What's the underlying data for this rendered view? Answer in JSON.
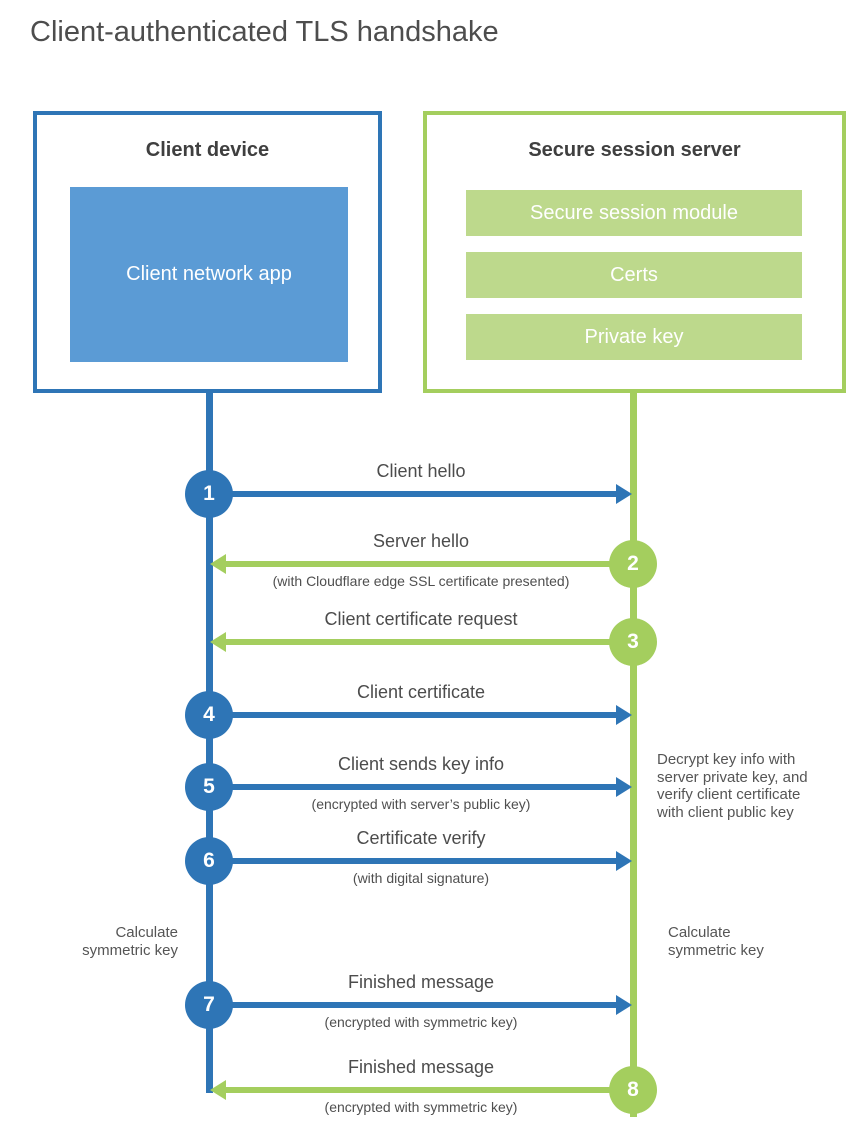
{
  "page": {
    "title": "Client-authenticated TLS handshake"
  },
  "client": {
    "title": "Client device",
    "app_label": "Client network app"
  },
  "server": {
    "title": "Secure session server",
    "modules": [
      "Secure session module",
      "Certs",
      "Private key"
    ]
  },
  "colors": {
    "blue": "#2E75B6",
    "blue-light": "#5B9BD5",
    "green": "#A4CE5E",
    "green-light": "#BDD98C"
  },
  "steps": [
    {
      "number": "1",
      "from": "client",
      "label": "Client hello",
      "sublabel": ""
    },
    {
      "number": "2",
      "from": "server",
      "label": "Server hello",
      "sublabel": "(with Cloudflare edge SSL certificate presented)"
    },
    {
      "number": "3",
      "from": "server",
      "label": "Client certificate request",
      "sublabel": ""
    },
    {
      "number": "4",
      "from": "client",
      "label": "Client certificate",
      "sublabel": ""
    },
    {
      "number": "5",
      "from": "client",
      "label": "Client sends key info",
      "sublabel": "(encrypted with server’s public key)"
    },
    {
      "number": "6",
      "from": "client",
      "label": "Certificate verify",
      "sublabel": "(with digital signature)"
    },
    {
      "number": "7",
      "from": "client",
      "label": "Finished message",
      "sublabel": "(encrypted with symmetric key)"
    },
    {
      "number": "8",
      "from": "server",
      "label": "Finished message",
      "sublabel": "(encrypted with symmetric key)"
    }
  ],
  "annotations": {
    "calculate_left": "Calculate symmetric key",
    "calculate_right": "Calculate symmetric key",
    "decrypt_note": "Decrypt key info with server private key, and verify client certificate with client public key"
  }
}
